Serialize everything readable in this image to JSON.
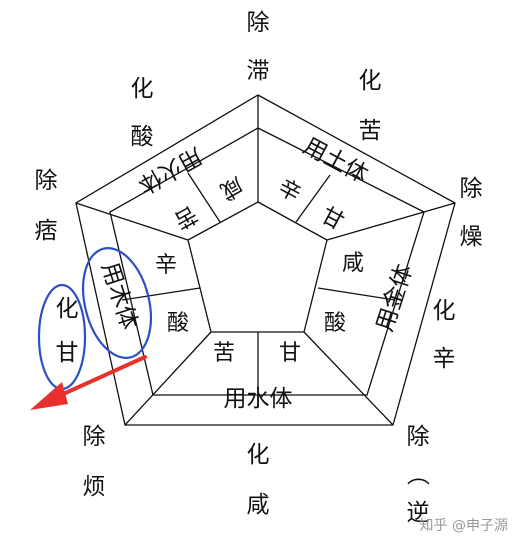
{
  "outer_labels": {
    "top": [
      "除",
      "滞"
    ],
    "upper_right": [
      "化",
      "苦"
    ],
    "upper_left": [
      "化",
      "酸"
    ],
    "right_top": [
      "除",
      "燥"
    ],
    "right_mid": [
      "化",
      "辛"
    ],
    "left_top": [
      "除",
      "痞"
    ],
    "left_mid": [
      "化",
      "甘"
    ],
    "bottom_left": [
      "除",
      "烦"
    ],
    "bottom_mid": [
      "化",
      "咸"
    ],
    "bottom_right": [
      "除",
      "（",
      "逆"
    ]
  },
  "outer_ring": {
    "upper_left": "用火体",
    "upper_right": "用土体",
    "right": "用金体",
    "bottom": "用水体",
    "left": "用木体"
  },
  "inner_ring": {
    "upper_left_a": "苦",
    "upper_left_b": "咸",
    "upper_right_a": "辛",
    "upper_right_b": "甘",
    "right_a": "咸",
    "right_b": "酸",
    "bottom_a": "苦",
    "bottom_b": "甘",
    "left_a": "辛",
    "left_b": "酸"
  },
  "watermark": "知乎 @申子源",
  "colors": {
    "highlight": "#2b4fc4",
    "arrow": "#e8302c",
    "line": "#111111"
  }
}
